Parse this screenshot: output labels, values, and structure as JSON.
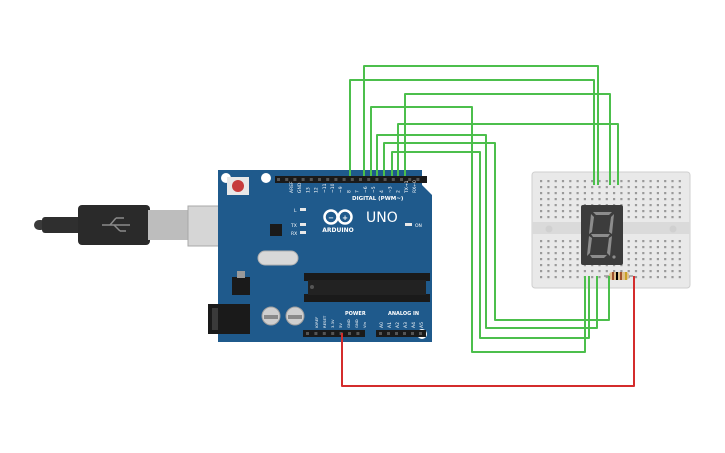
{
  "board": {
    "logo": "ARDUINO",
    "model": "UNO",
    "digital_header_label": "DIGITAL (PWM~)",
    "power_label": "POWER",
    "analog_label": "ANALOG IN",
    "on_label": "ON",
    "led_l": "L",
    "led_tx": "TX",
    "led_rx": "RX",
    "digital_pins": [
      "AREF",
      "GND",
      "13",
      "12",
      "~11",
      "~10",
      "~9",
      "8",
      "7",
      "~6",
      "~5",
      "4",
      "~3",
      "2",
      "TX→1",
      "RX←0"
    ],
    "power_pins": [
      "IOREF",
      "RESET",
      "3.3V",
      "5V",
      "GND",
      "GND",
      "Vin"
    ],
    "analog_pins": [
      "A0",
      "A1",
      "A2",
      "A3",
      "A4",
      "A5"
    ]
  },
  "colors": {
    "board": "#1f5a8c",
    "wire_green": "#4cbf4c",
    "wire_red": "#d42c2c",
    "breadboard": "#e9e9e9",
    "display": "#3c3c3c",
    "cable": "#2b2b2b"
  },
  "components": {
    "display_icon": "seven-segment-digit-8",
    "resistor_icon": "resistor",
    "usb_icon": "usb-b-cable"
  }
}
